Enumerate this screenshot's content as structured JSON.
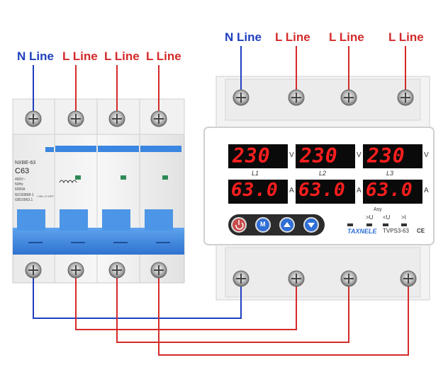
{
  "labels": {
    "left": [
      "N Line",
      "L Line",
      "L Line",
      "L Line"
    ],
    "right": [
      "N Line",
      "L Line",
      "L Line",
      "L Line"
    ]
  },
  "breaker": {
    "model": "NXBE-63",
    "rating": "C63",
    "spec1": "400V~",
    "spec2": "50Hz",
    "spec3": "6000A",
    "std1": "IEC60898-1",
    "std2": "GB10963.1",
    "on_off": "I ON / O OFF"
  },
  "protector": {
    "voltages": [
      "230",
      "230",
      "230"
    ],
    "currents": [
      "63.0",
      "63.0",
      "63.0"
    ],
    "volt_unit": "V",
    "amp_unit": "A",
    "phases": [
      "L1",
      "L2",
      "L3"
    ],
    "brand": "TAXNELE",
    "model": "TVPS3-63",
    "ce": "CE",
    "asy": "Asy",
    "indicators": [
      ">U",
      "<U",
      ">I"
    ],
    "buttons": [
      "power",
      "M",
      "up",
      "down"
    ]
  },
  "colors": {
    "neutral": "#1f3fbf",
    "live": "#d42a2a",
    "breaker_blue": "#3a86e0",
    "display_bg": "#0a0a0a"
  }
}
